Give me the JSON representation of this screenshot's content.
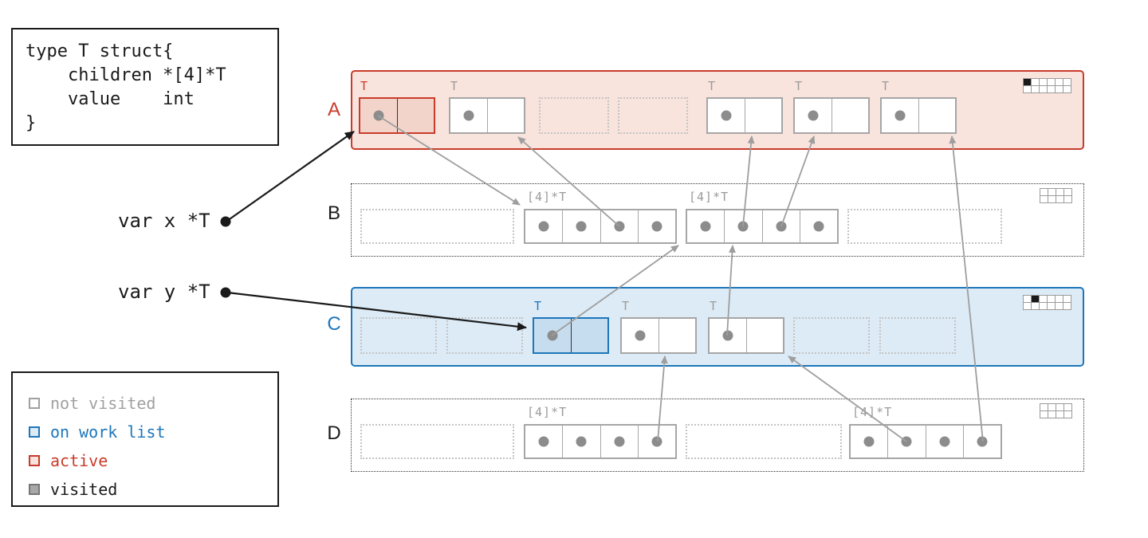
{
  "code_box": {
    "lines": [
      "type T struct{",
      "    children *[4]*T",
      "    value    int",
      "}"
    ]
  },
  "variables": [
    {
      "label": "var x *T"
    },
    {
      "label": "var y *T"
    }
  ],
  "spans": [
    {
      "label": "A",
      "state": "active",
      "objects": [
        {
          "kind": "object",
          "state": "active",
          "label": "T"
        },
        {
          "kind": "object",
          "state": "visited",
          "label": "T"
        },
        {
          "kind": "free"
        },
        {
          "kind": "free"
        },
        {
          "kind": "object",
          "state": "visited",
          "label": "T"
        },
        {
          "kind": "object",
          "state": "visited",
          "label": "T"
        },
        {
          "kind": "object",
          "state": "visited",
          "label": "T"
        }
      ],
      "bitmap": [
        [
          1,
          0,
          0,
          0,
          0,
          0
        ],
        [
          0,
          0,
          0,
          0,
          0,
          0
        ]
      ]
    },
    {
      "label": "B",
      "state": "not-visited",
      "objects": [
        {
          "kind": "free"
        },
        {
          "kind": "array",
          "label": "[4]*T"
        },
        {
          "kind": "array",
          "label": "[4]*T"
        },
        {
          "kind": "free"
        }
      ],
      "bitmap": [
        [
          0,
          0,
          0,
          0
        ],
        [
          0,
          0,
          0,
          0
        ]
      ]
    },
    {
      "label": "C",
      "state": "on-work-list",
      "objects": [
        {
          "kind": "free"
        },
        {
          "kind": "free"
        },
        {
          "kind": "object",
          "state": "on-work-list",
          "label": "T"
        },
        {
          "kind": "object",
          "state": "visited",
          "label": "T"
        },
        {
          "kind": "object",
          "state": "visited",
          "label": "T"
        },
        {
          "kind": "free"
        },
        {
          "kind": "free"
        }
      ],
      "bitmap": [
        [
          0,
          1,
          0,
          0,
          0,
          0
        ],
        [
          0,
          0,
          0,
          0,
          0,
          0
        ]
      ]
    },
    {
      "label": "D",
      "state": "not-visited",
      "objects": [
        {
          "kind": "free"
        },
        {
          "kind": "array",
          "label": "[4]*T"
        },
        {
          "kind": "free"
        },
        {
          "kind": "array",
          "label": "[4]*T"
        }
      ],
      "bitmap": [
        [
          0,
          0,
          0,
          0
        ],
        [
          0,
          0,
          0,
          0
        ]
      ]
    }
  ],
  "legend": {
    "items": [
      {
        "label": "not visited",
        "color": "#a0a0a0"
      },
      {
        "label": "on work list",
        "color": "#1d76ba"
      },
      {
        "label": "active",
        "color": "#c93c2b"
      },
      {
        "label": "visited",
        "color": "#8c8c8c"
      }
    ]
  },
  "colors": {
    "active": "#c93c2b",
    "on_work_list": "#1d76ba",
    "visited_dot": "#8c8c8c",
    "not_visited": "#a0a0a0",
    "arrow": "#9e9e9e",
    "span_a_bg": "#f8e3dd",
    "span_c_bg": "#dcebf6"
  }
}
